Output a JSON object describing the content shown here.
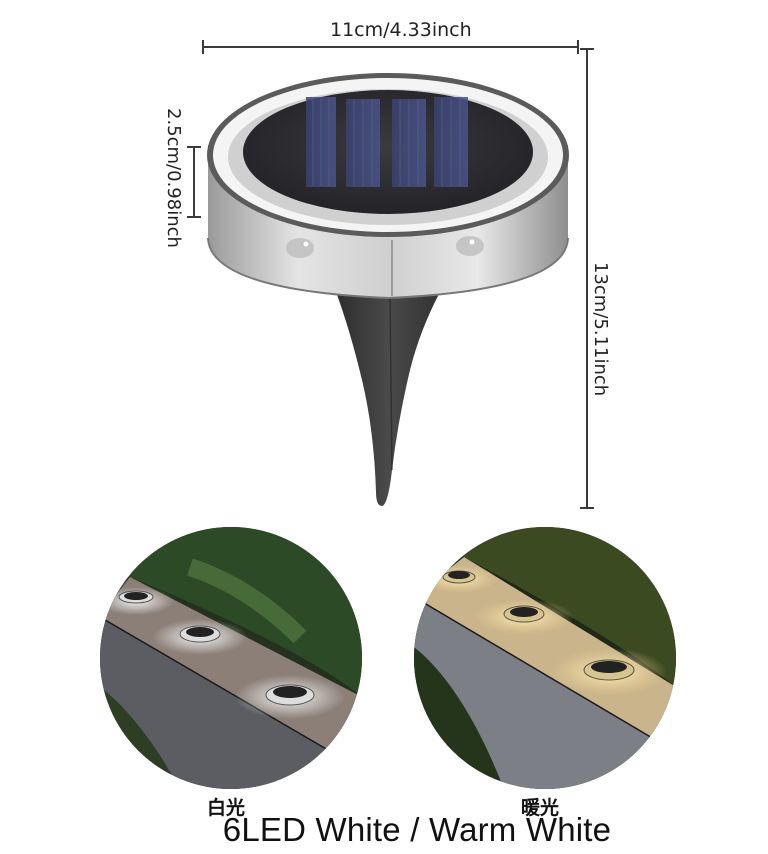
{
  "dimensions": {
    "width_label": "11cm/4.33inch",
    "height_label": "13cm/5.11inch",
    "thickness_label": "2.5cm/0.98inch"
  },
  "product": {
    "name": "solar-in-ground-light",
    "parts": [
      "solar-panel",
      "light-ring",
      "ground-spike"
    ]
  },
  "photos": [
    {
      "caption": "白光",
      "mode": "white",
      "accent": "#e8eef2"
    },
    {
      "caption": "暖光",
      "mode": "warm",
      "accent": "#f2d9a0"
    }
  ],
  "footer": {
    "title": "6LED White / Warm White"
  }
}
